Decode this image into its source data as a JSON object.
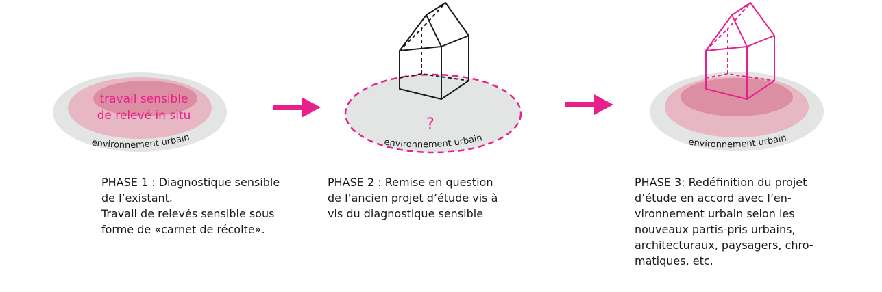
{
  "colors": {
    "accent_pink": "#e8208c",
    "ground_gray": "#e3e5e4",
    "ring_outer_pink": "#e7b8c3",
    "ring_inner_pink": "#dc8fa3",
    "ink": "#1a1a1a"
  },
  "phase1": {
    "center_line1": "travail sensible",
    "center_line2": "de relevé in situ",
    "ground_label": "environnement urbain",
    "caption": [
      "PHASE 1 : Diagnostique sensible",
      "de l’existant.",
      "Travail de relevés sensible sous",
      "forme de «carnet de récolte»."
    ]
  },
  "phase2": {
    "question_mark": "?",
    "ground_label": "environnement urbain",
    "caption": [
      "PHASE 2 : Remise en question",
      "de l’ancien projet d’étude vis à",
      "vis du diagnostique sensible"
    ]
  },
  "phase3": {
    "ground_label": "environnement urbain",
    "caption": [
      "PHASE 3: Redéfinition du projet",
      "d’étude en accord avec l’en-",
      "vironnement urbain selon les",
      "nouveaux partis-pris urbains,",
      "architecturaux, paysagers, chro-",
      "matiques, etc."
    ]
  },
  "icons": {
    "arrow": "arrow-right-icon",
    "house": "house-wireframe-icon"
  }
}
